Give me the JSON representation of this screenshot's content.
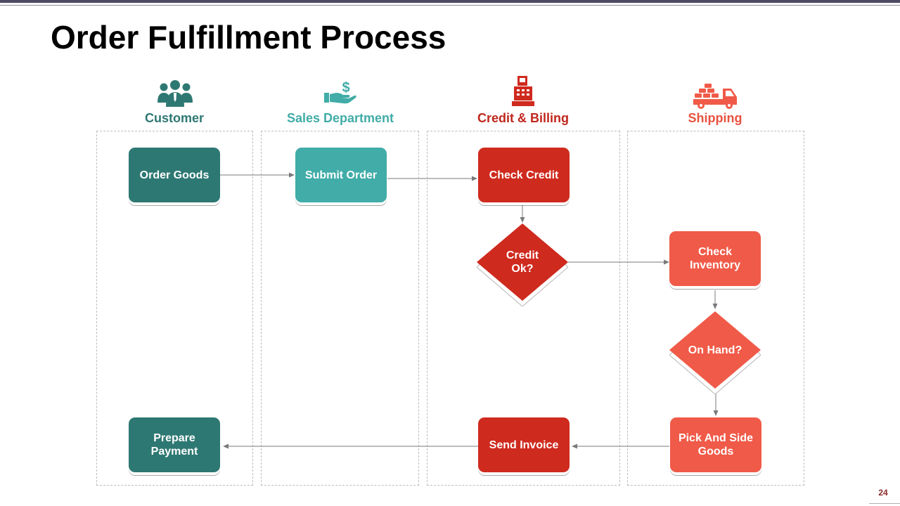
{
  "slide": {
    "title": "Order Fulfillment Process",
    "page_number": "24"
  },
  "colors": {
    "customer": "#2e7873",
    "sales": "#41aca8",
    "credit": "#cf2a1e",
    "shipping": "#f05a48",
    "credit_label": "#c0261c",
    "shipping_label": "#e8523f",
    "connector": "#7a7a7a"
  },
  "lanes": [
    {
      "id": "customer",
      "label": "Customer",
      "icon": "group-of-people-icon"
    },
    {
      "id": "sales",
      "label": "Sales Department",
      "icon": "hand-with-dollar-icon"
    },
    {
      "id": "credit",
      "label": "Credit & Billing",
      "icon": "cash-register-icon"
    },
    {
      "id": "shipping",
      "label": "Shipping",
      "icon": "delivery-truck-icon"
    }
  ],
  "steps": {
    "order_goods": "Order Goods",
    "submit_order": "Submit Order",
    "check_credit": "Check Credit",
    "credit_ok": "Credit\nOk?",
    "check_inventory": "Check\nInventory",
    "on_hand": "On Hand?",
    "pick_goods": "Pick And Side\nGoods",
    "send_invoice": "Send Invoice",
    "prepare_payment": "Prepare\nPayment"
  }
}
